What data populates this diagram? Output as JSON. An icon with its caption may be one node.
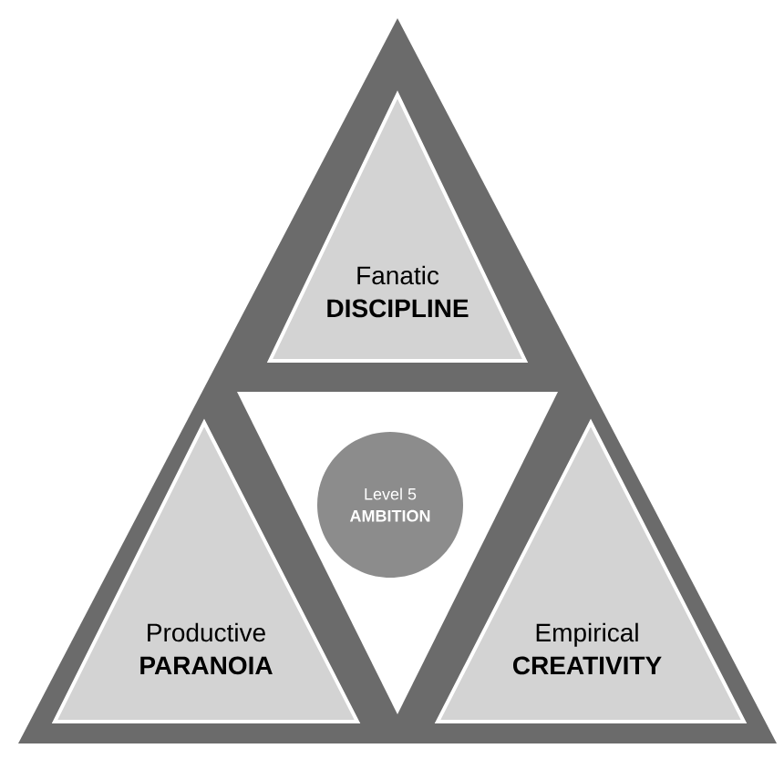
{
  "diagram": {
    "nodes": [
      {
        "text": [
          "Fanatic",
          "DISCIPLINE"
        ]
      },
      {
        "text": [
          "Level 5",
          "AMBITION"
        ]
      },
      {
        "text": [
          "Productive",
          "PARANOIA"
        ]
      },
      {
        "text": [
          "Empirical",
          "CREATIVITY"
        ]
      }
    ]
  }
}
